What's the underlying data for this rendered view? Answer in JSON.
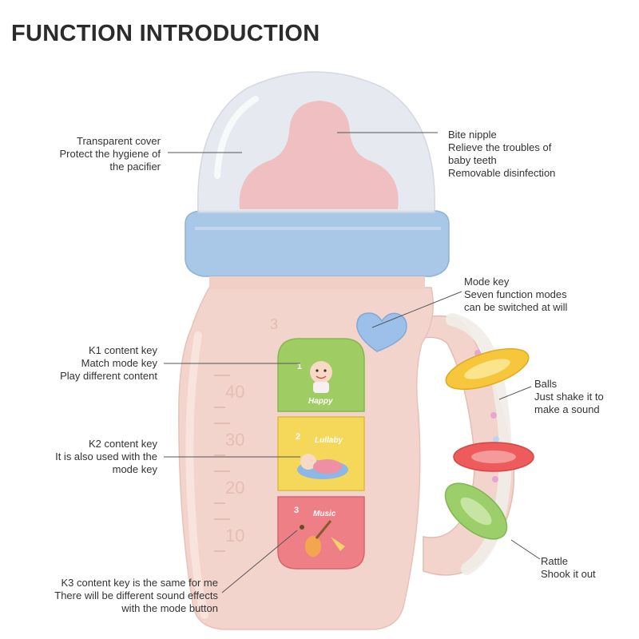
{
  "title": "FUNCTION INTRODUCTION",
  "callouts": {
    "transparent_cover": [
      "Transparent cover",
      "Protect the hygiene of",
      "the pacifier"
    ],
    "bite_nipple": [
      "Bite nipple",
      "Relieve the troubles of",
      "baby teeth",
      "Removable disinfection"
    ],
    "mode_key": [
      "Mode key",
      "Seven function modes",
      "can be switched at will"
    ],
    "k1": [
      "K1 content key",
      "Match mode key",
      "Play different content"
    ],
    "balls": [
      "Balls",
      "Just shake it to",
      "make a sound"
    ],
    "k2": [
      "K2 content key",
      "It is also used with the",
      "mode key"
    ],
    "rattle": [
      "Rattle",
      "Shook it out"
    ],
    "k3": [
      "K3 content key is the same for me",
      "There will be different sound effects",
      "with the mode button"
    ]
  },
  "keys": [
    {
      "number": "1",
      "word": "Happy",
      "color": "#9fcd63"
    },
    {
      "number": "2",
      "word": "Lullaby",
      "color": "#f5d75a"
    },
    {
      "number": "3",
      "word": "Music",
      "color": "#ef7f86"
    }
  ],
  "scale_marks": [
    "40",
    "30",
    "20",
    "10"
  ],
  "colors": {
    "body": "#f3d4cc",
    "cap": "#a9c7e6",
    "nipple": "#f1b7b8",
    "dome": "#dfe3ec",
    "heart": "#9cc0ea",
    "ring_yellow": "#f6c73d",
    "ring_red": "#ee5b5c",
    "ring_green": "#9ccf6a"
  }
}
